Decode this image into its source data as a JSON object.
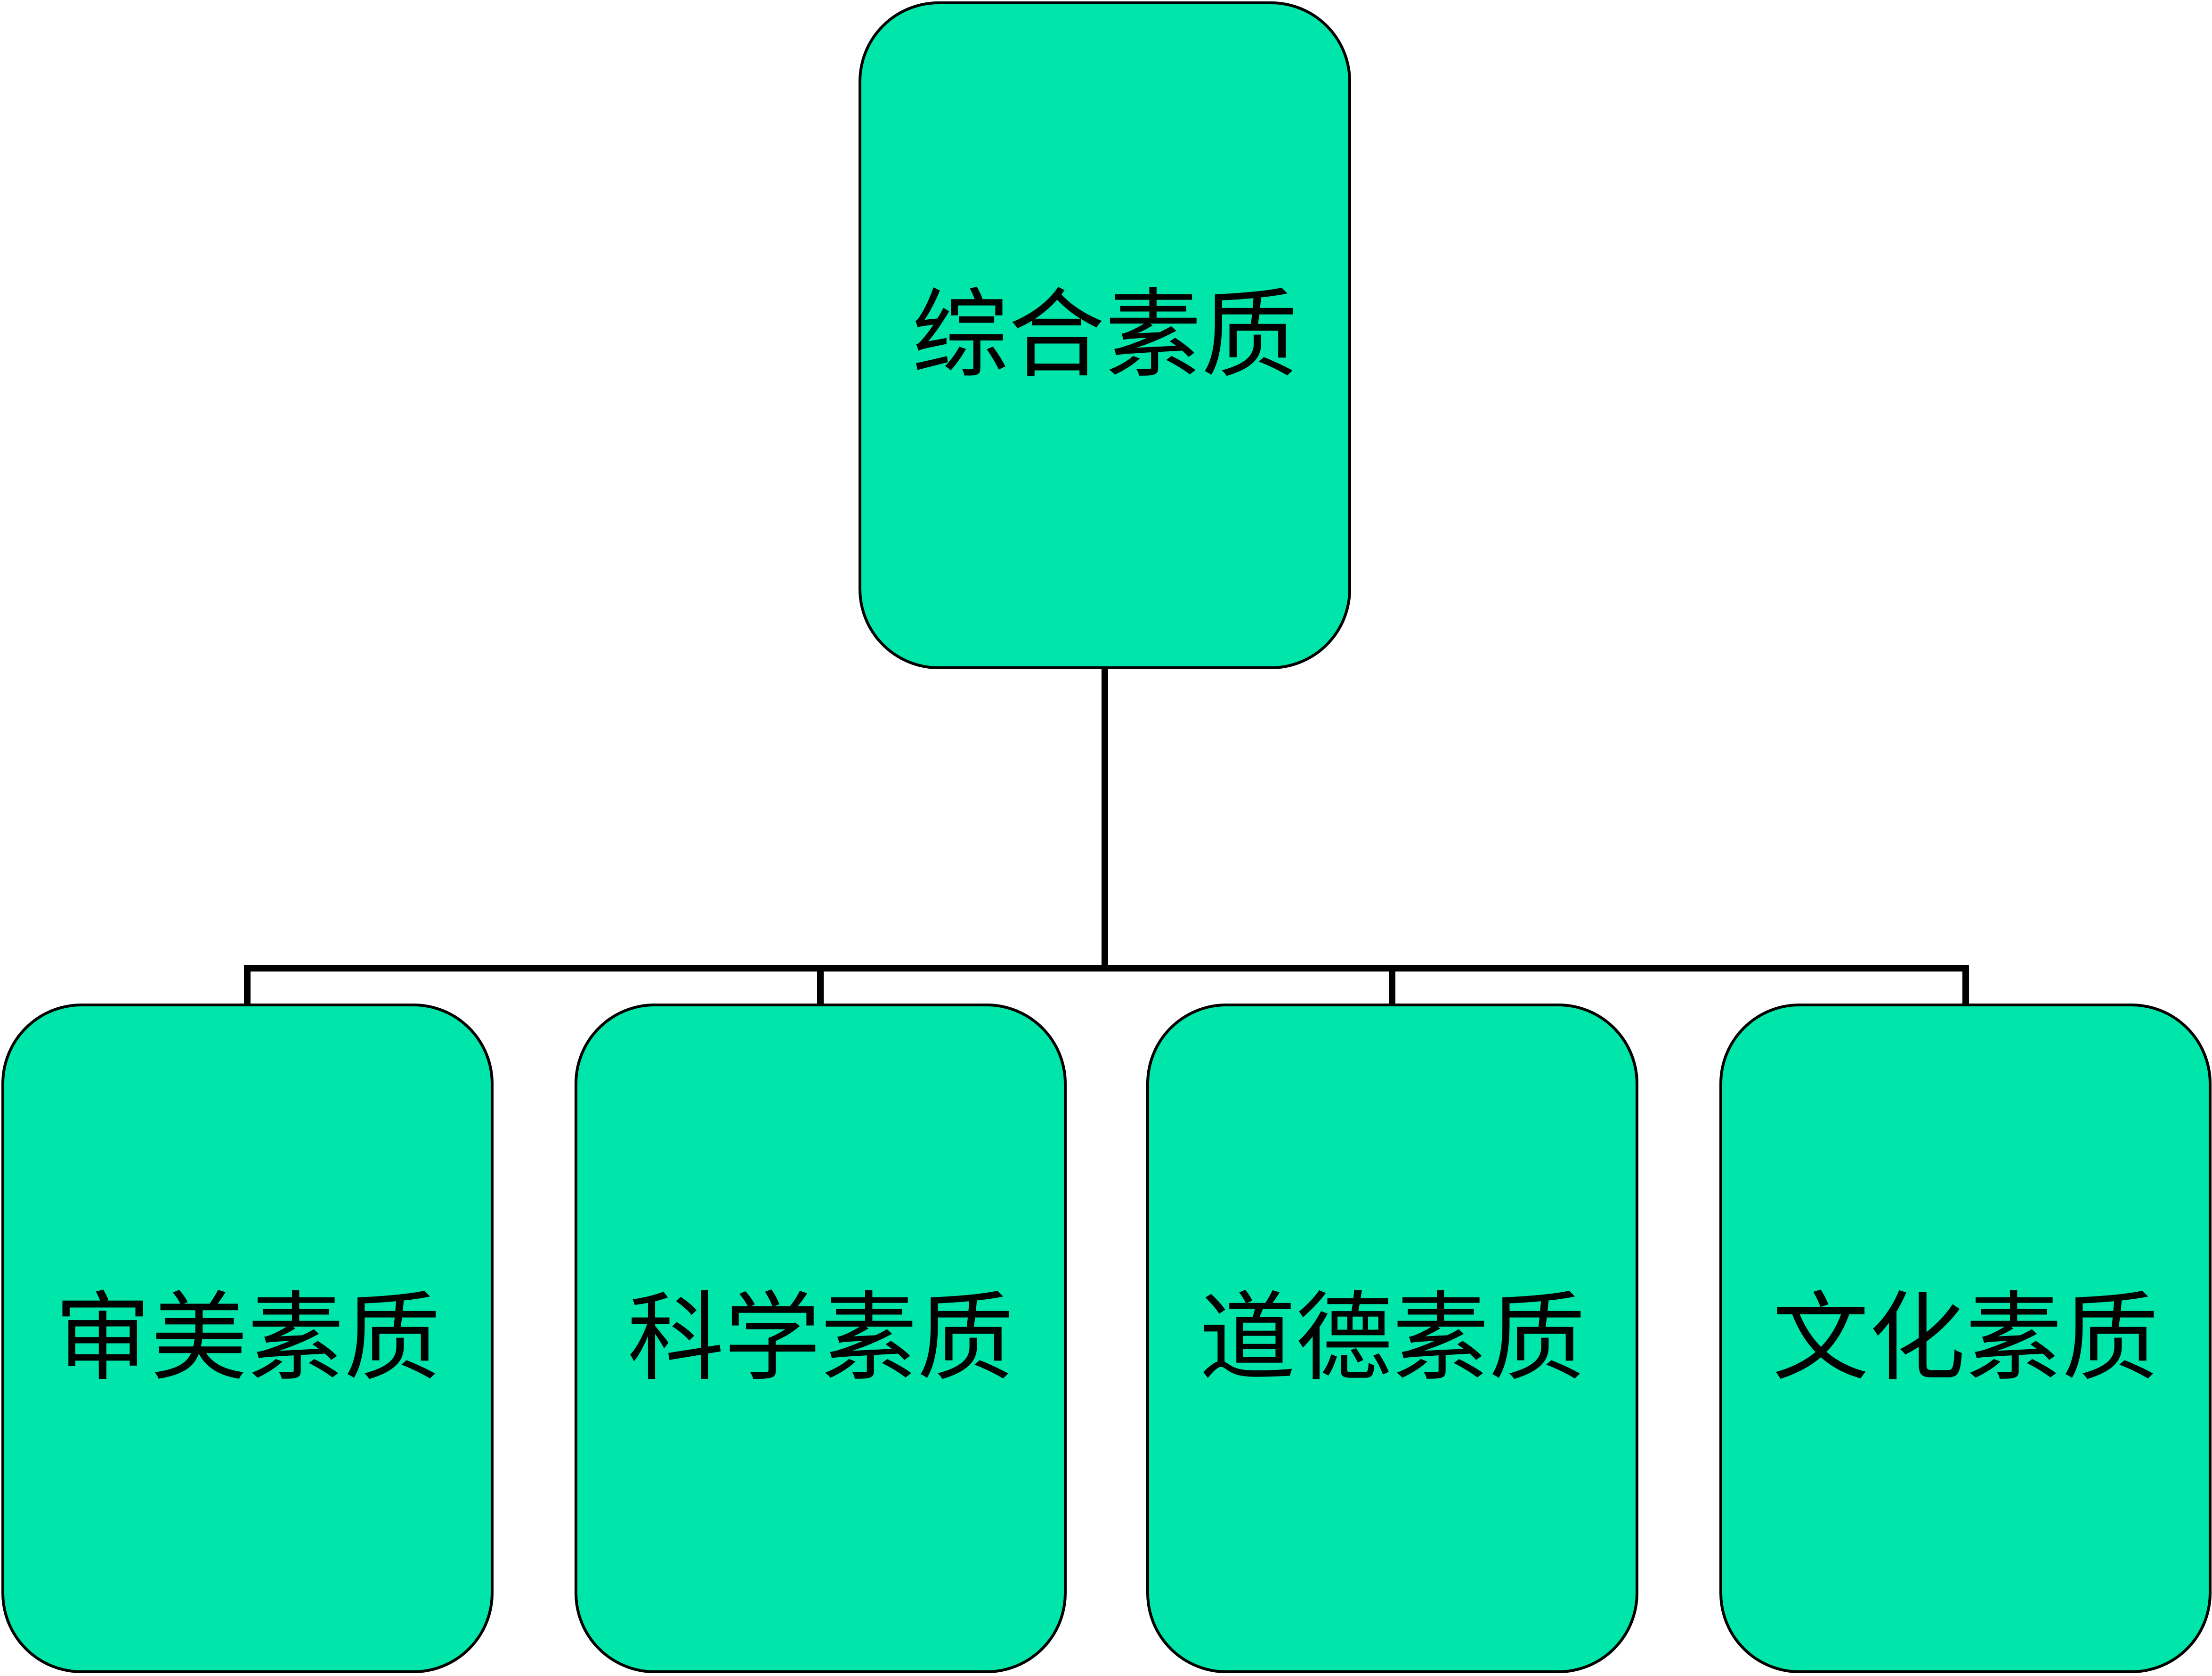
{
  "colors": {
    "node_fill": "#00e5a9",
    "node_border": "#000000",
    "connector": "#000000",
    "background": "#ffffff"
  },
  "root": {
    "label": "综合素质"
  },
  "children": [
    {
      "label": "审美素质"
    },
    {
      "label": "科学素质"
    },
    {
      "label": "道德素质"
    },
    {
      "label": "文化素质"
    }
  ]
}
